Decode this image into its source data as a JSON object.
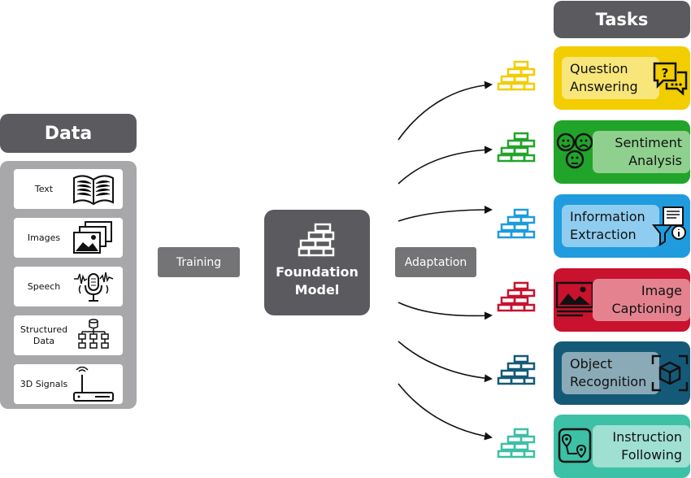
{
  "data_section": {
    "title": "Data",
    "items": [
      {
        "label": "Text",
        "icon": "open-book-icon"
      },
      {
        "label": "Images",
        "icon": "image-stack-icon"
      },
      {
        "label": "Speech",
        "icon": "microphone-waveform-icon"
      },
      {
        "label": "Structured Data",
        "icon": "database-hierarchy-icon"
      },
      {
        "label": "3D Signals",
        "icon": "signal-router-icon"
      }
    ]
  },
  "flow": {
    "training_label": "Training",
    "model_label": "Foundation Model",
    "adaptation_label": "Adaptation"
  },
  "tasks_section": {
    "title": "Tasks",
    "items": [
      {
        "label": "Question Answering",
        "color": "#f2cd00",
        "inner_color": "#f8e67a",
        "icon": "question-chat-icon"
      },
      {
        "label": "Sentiment Analysis",
        "color": "#21a42a",
        "inner_color": "#8fd08f",
        "icon": "emotion-faces-icon"
      },
      {
        "label": "Information Extraction",
        "color": "#1f9bde",
        "inner_color": "#8fcdf0",
        "icon": "document-funnel-icon"
      },
      {
        "label": "Image Captioning",
        "color": "#c8122e",
        "inner_color": "#e4838f",
        "icon": "image-caption-icon"
      },
      {
        "label": "Object Recognition",
        "color": "#145a78",
        "inner_color": "#8aaab8",
        "icon": "object-cube-focus-icon"
      },
      {
        "label": "Instruction Following",
        "color": "#3cc0a6",
        "inner_color": "#9fe0d3",
        "icon": "route-map-icon"
      }
    ]
  }
}
